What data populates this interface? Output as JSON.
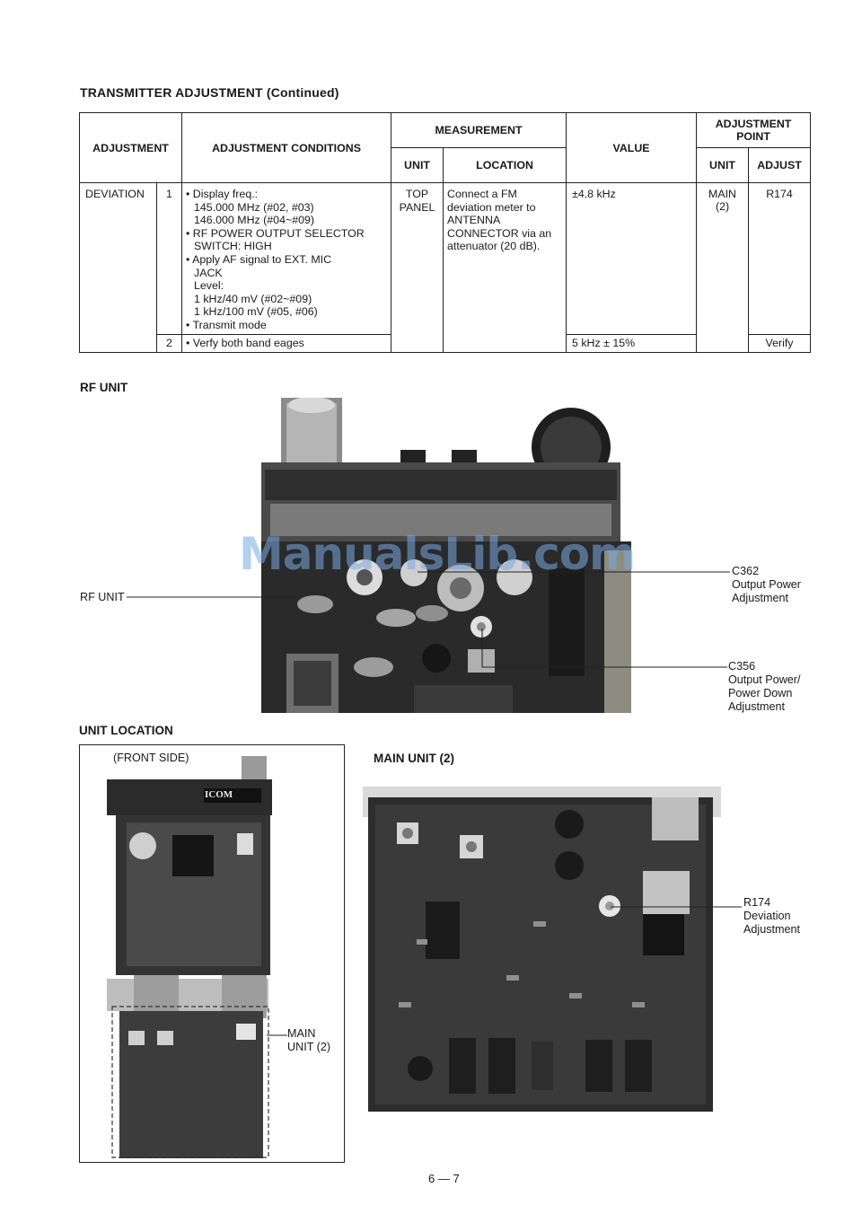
{
  "heading": "TRANSMITTER ADJUSTMENT (Continued)",
  "table": {
    "headers": {
      "adjustment": "ADJUSTMENT",
      "conditions": "ADJUSTMENT CONDITIONS",
      "measurement": "MEASUREMENT",
      "unit": "UNIT",
      "location": "LOCATION",
      "value": "VALUE",
      "adjustment_point": "ADJUSTMENT POINT",
      "ap_unit": "UNIT",
      "ap_adjust": "ADJUST"
    },
    "adjustment_name": "DEVIATION",
    "rows": [
      {
        "step": "1",
        "conditions": [
          {
            "text": "• Display freq.:",
            "indent": false
          },
          {
            "text": "145.000 MHz (#02, #03)",
            "indent": true
          },
          {
            "text": "146.000 MHz (#04~#09)",
            "indent": true
          },
          {
            "text": "• RF POWER OUTPUT SELECTOR",
            "indent": false
          },
          {
            "text": "SWITCH: HIGH",
            "indent": true
          },
          {
            "text": "• Apply AF signal to EXT. MIC",
            "indent": false
          },
          {
            "text": "JACK",
            "indent": true
          },
          {
            "text": "Level:",
            "indent": true
          },
          {
            "text": "1 kHz/40 mV (#02~#09)",
            "indent": true
          },
          {
            "text": "1 kHz/100 mV (#05, #06)",
            "indent": true
          },
          {
            "text": "• Transmit mode",
            "indent": false
          }
        ],
        "measurement_unit": "TOP PANEL",
        "measurement_location": "Connect a FM deviation meter to ANTENNA CONNECTOR via an attenuator (20 dB).",
        "value": "±4.8 kHz",
        "ap_unit": "MAIN (2)",
        "ap_adjust": "R174"
      },
      {
        "step": "2",
        "conditions": [
          {
            "text": "• Verfy both band eages",
            "indent": false
          }
        ],
        "value": "5 kHz ± 15%",
        "ap_adjust": "Verify"
      }
    ]
  },
  "rf_unit": {
    "title": "RF UNIT",
    "label_rf_unit": "RF UNIT",
    "c362_label": "C362",
    "c362_desc_1": "Output Power",
    "c362_desc_2": "Adjustment",
    "c356_label": "C356",
    "c356_desc_1": "Output Power/",
    "c356_desc_2": "Power Down",
    "c356_desc_3": "Adjustment"
  },
  "unit_location": {
    "title": "UNIT LOCATION",
    "front_side": "(FRONT SIDE)",
    "brand_logo": "ICOM",
    "main_unit_label_1": "MAIN",
    "main_unit_label_2": "UNIT (2)"
  },
  "main_unit": {
    "title": "MAIN UNIT (2)",
    "r174_label": "R174",
    "r174_desc_1": "Deviation",
    "r174_desc_2": "Adjustment"
  },
  "watermark": "ManualsLib.com",
  "page_number": "6 — 7"
}
